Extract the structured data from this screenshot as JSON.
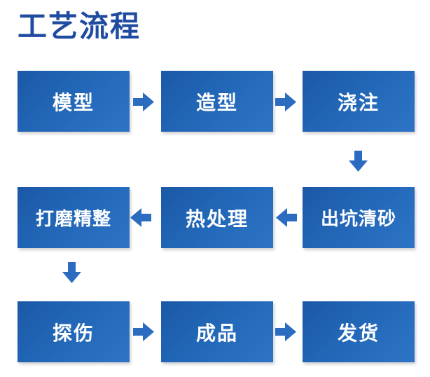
{
  "title": {
    "text": "工艺流程"
  },
  "steps": [
    {
      "label": "模型"
    },
    {
      "label": "造型"
    },
    {
      "label": "浇注"
    },
    {
      "label": "打磨精整"
    },
    {
      "label": "热处理"
    },
    {
      "label": "出坑清砂"
    },
    {
      "label": "探伤"
    },
    {
      "label": "成品"
    },
    {
      "label": "发货"
    }
  ],
  "sequence": [
    "模型",
    "造型",
    "浇注",
    "出坑清砂",
    "热处理",
    "打磨精整",
    "探伤",
    "成品",
    "发货"
  ],
  "colors": {
    "background": "#ffffff",
    "title_text": "#1f4ba0",
    "box_gradient_dark": "#1b58a7",
    "box_gradient_light": "#2e74c6",
    "box_text": "#ffffff",
    "arrow": "#2b6cc0"
  }
}
